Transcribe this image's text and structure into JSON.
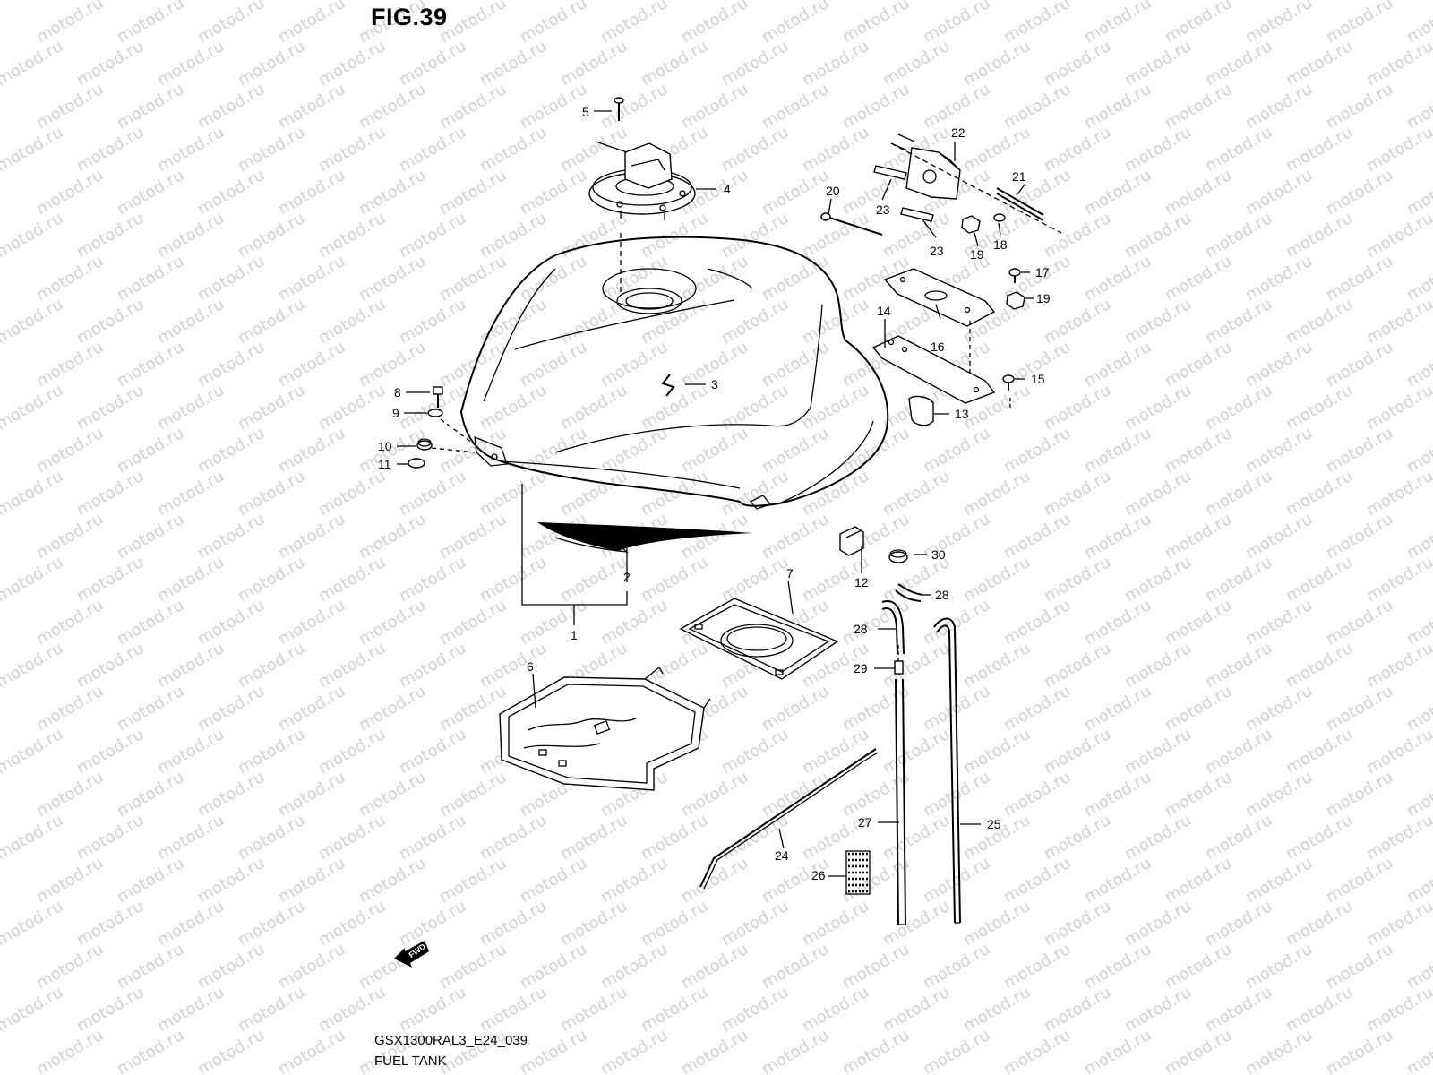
{
  "figure": {
    "title": "FIG.39",
    "model_code": "GSX1300RAL3_E24_039",
    "name": "FUEL TANK"
  },
  "watermark": "motod.ru",
  "fwd_arrow": "FWD",
  "callouts": [
    {
      "id": "c1",
      "label": "1"
    },
    {
      "id": "c2",
      "label": "2"
    },
    {
      "id": "c3",
      "label": "3"
    },
    {
      "id": "c4",
      "label": "4"
    },
    {
      "id": "c5",
      "label": "5"
    },
    {
      "id": "c6",
      "label": "6"
    },
    {
      "id": "c7",
      "label": "7"
    },
    {
      "id": "c8",
      "label": "8"
    },
    {
      "id": "c9",
      "label": "9"
    },
    {
      "id": "c10",
      "label": "10"
    },
    {
      "id": "c11",
      "label": "11"
    },
    {
      "id": "c12",
      "label": "12"
    },
    {
      "id": "c13",
      "label": "13"
    },
    {
      "id": "c14",
      "label": "14"
    },
    {
      "id": "c15",
      "label": "15"
    },
    {
      "id": "c16",
      "label": "16"
    },
    {
      "id": "c17",
      "label": "17"
    },
    {
      "id": "c18",
      "label": "18"
    },
    {
      "id": "c19a",
      "label": "19"
    },
    {
      "id": "c19b",
      "label": "19"
    },
    {
      "id": "c20",
      "label": "20"
    },
    {
      "id": "c21",
      "label": "21"
    },
    {
      "id": "c22",
      "label": "22"
    },
    {
      "id": "c23a",
      "label": "23"
    },
    {
      "id": "c23b",
      "label": "23"
    },
    {
      "id": "c24",
      "label": "24"
    },
    {
      "id": "c25",
      "label": "25"
    },
    {
      "id": "c26",
      "label": "26"
    },
    {
      "id": "c27",
      "label": "27"
    },
    {
      "id": "c28a",
      "label": "28"
    },
    {
      "id": "c28b",
      "label": "28"
    },
    {
      "id": "c29",
      "label": "29"
    },
    {
      "id": "c30",
      "label": "30"
    }
  ]
}
